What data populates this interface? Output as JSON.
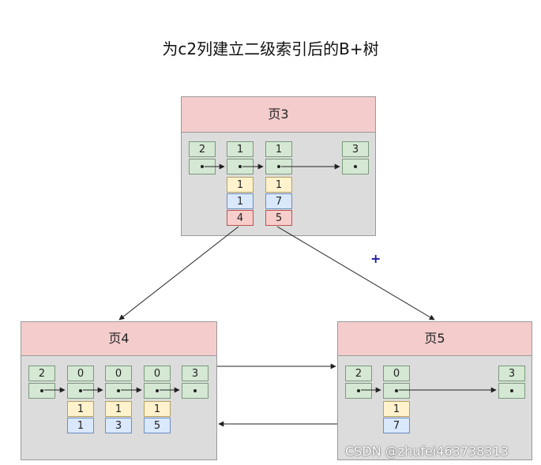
{
  "title": "为c2列建立二级索引后的B+树",
  "cursor_icon": "+",
  "watermark": "CSDN @zhufei463738313",
  "pages": {
    "p3": {
      "name": "页3",
      "records": [
        {
          "key": "2"
        },
        {
          "key": "1",
          "c2": "1",
          "c1": "1",
          "pk": "4"
        },
        {
          "key": "1",
          "c2": "1",
          "c1": "7",
          "pk": "5"
        },
        {
          "key": "3"
        }
      ]
    },
    "p4": {
      "name": "页4",
      "records": [
        {
          "key": "2"
        },
        {
          "key": "0",
          "c2": "1",
          "c1": "1"
        },
        {
          "key": "0",
          "c2": "1",
          "c1": "3"
        },
        {
          "key": "0",
          "c2": "1",
          "c1": "5"
        },
        {
          "key": "3"
        }
      ]
    },
    "p5": {
      "name": "页5",
      "records": [
        {
          "key": "2"
        },
        {
          "key": "0",
          "c2": "1",
          "c1": "7"
        },
        {
          "key": "3"
        }
      ]
    }
  }
}
